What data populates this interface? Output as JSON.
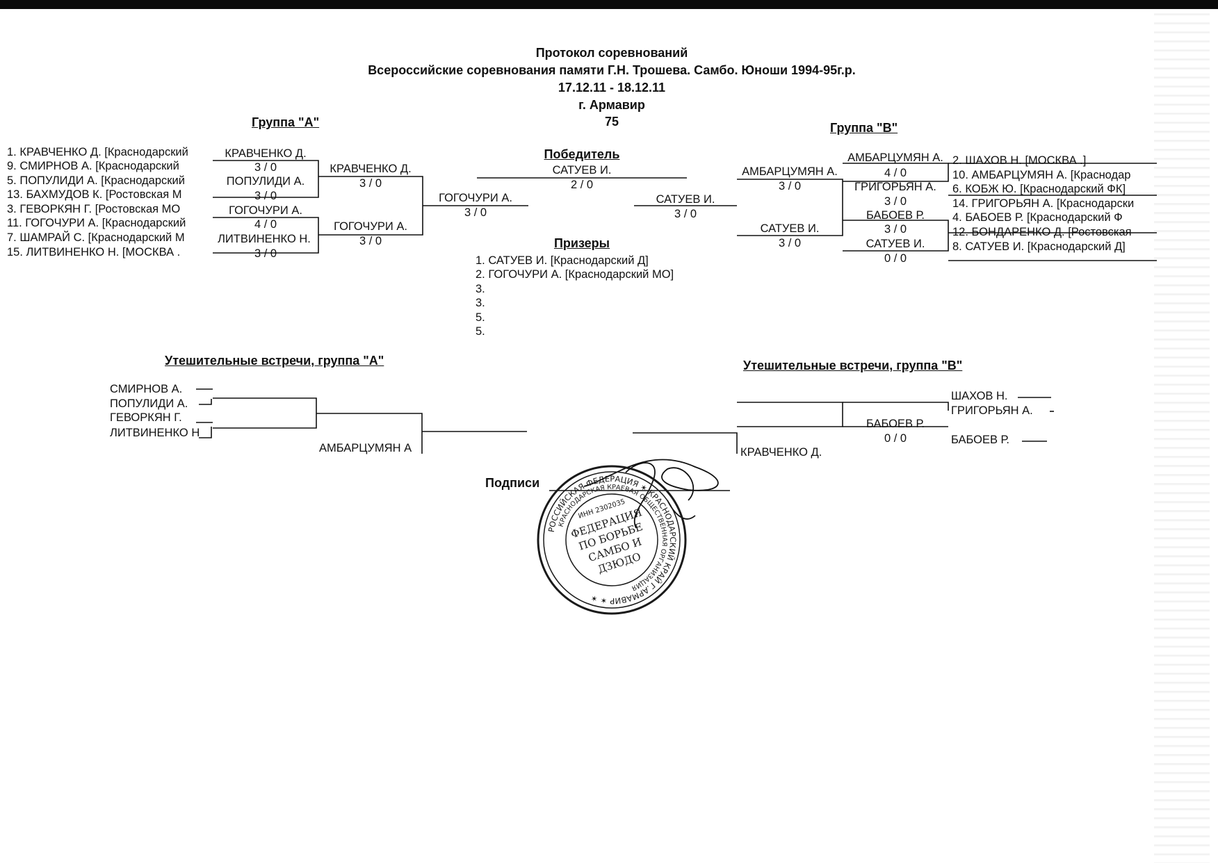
{
  "header": {
    "title": "Протокол соревнований",
    "event": "Всероссийские соревнования памяти Г.Н. Трошева. Самбо. Юноши 1994-95г.р.",
    "dates": "17.12.11 - 18.12.11",
    "city": "г. Армавир",
    "weight": "75"
  },
  "group_a": {
    "title": "Группа  \"А\"",
    "entrants": [
      "1. КРАВЧЕНКО Д.  [Краснодарский",
      "9. СМИРНОВ А.  [Краснодарский",
      "5. ПОПУЛИДИ А.  [Краснодарский",
      "13. БАХМУДОВ К.  [Ростовская  М",
      "3. ГЕВОРКЯН Г.  [Ростовская  МО",
      "11. ГОГОЧУРИ А.  [Краснодарский",
      "7. ШАМРАЙ С.  [Краснодарский  М",
      "15. ЛИТВИНЕНКО Н.  [МОСКВА  ."
    ],
    "round1": [
      {
        "name": "КРАВЧЕНКО Д.",
        "score": "3  /  0"
      },
      {
        "name": "ПОПУЛИДИ А.",
        "score": "3  /  0"
      },
      {
        "name": "ГОГОЧУРИ А.",
        "score": "4  /  0"
      },
      {
        "name": "ЛИТВИНЕНКО Н.",
        "score": "3  /  0"
      }
    ],
    "round2": [
      {
        "name": "КРАВЧЕНКО Д.",
        "score": "3  /  0"
      },
      {
        "name": "ГОГОЧУРИ А.",
        "score": "3  /  0"
      }
    ],
    "final": {
      "name": "ГОГОЧУРИ А.",
      "score": "3  /  0"
    }
  },
  "group_b": {
    "title": "Группа  \"В\"",
    "entrants": [
      "2. ШАХОВ Н.  [МОСКВА  .]",
      "10. АМБАРЦУМЯН А.  [Краснодар",
      "6. КОБЖ Ю.  [Краснодарский  ФК]",
      "14. ГРИГОРЬЯН А.  [Краснодарски",
      "4. БАБОЕВ Р.  [Краснодарский  Ф",
      "12. БОНДАРЕНКО Д.  [Ростовская",
      "8. САТУЕВ И.  [Краснодарский  Д]"
    ],
    "round1": [
      {
        "name": "АМБАРЦУМЯН А.",
        "score": "4  /  0"
      },
      {
        "name": "ГРИГОРЬЯН А.",
        "score": "3  /  0"
      },
      {
        "name": "БАБОЕВ Р.",
        "score": "3  /  0"
      },
      {
        "name": "САТУЕВ И.",
        "score": "0  /  0"
      }
    ],
    "round2": [
      {
        "name": "АМБАРЦУМЯН А.",
        "score": "3  /  0"
      },
      {
        "name": "САТУЕВ И.",
        "score": "3  /  0"
      }
    ],
    "final": {
      "name": "САТУЕВ И.",
      "score": "3  /  0"
    }
  },
  "winner": {
    "title": "Победитель",
    "name": "САТУЕВ И.",
    "score": "2  /  0"
  },
  "prizewinners": {
    "title": "Призеры",
    "items": [
      "1. САТУЕВ И.    [Краснодарский  Д]",
      "2. ГОГОЧУРИ А.    [Краснодарский  МО]",
      "3.",
      "3.",
      "5.",
      "5."
    ]
  },
  "consolation_a": {
    "title": "Утешительные встречи, группа \"А\"",
    "names": [
      "СМИРНОВ А.",
      "ПОПУЛИДИ А.",
      "ГЕВОРКЯН Г.",
      "ЛИТВИНЕНКО Н"
    ],
    "result": "АМБАРЦУМЯН А"
  },
  "consolation_b": {
    "title": "Утешительные встречи, группа \"В\"",
    "names": [
      "ШАХОВ Н.",
      "ГРИГОРЬЯН А.",
      "БАБОЕВ Р."
    ],
    "semi": {
      "name": "БАБОЕВ Р.",
      "score": "0  /  0"
    },
    "result": "КРАВЧЕНКО Д."
  },
  "signature_label": "Подписи",
  "stamp": {
    "outer_text": "РОССИЙСКАЯ ФЕДЕРАЦИЯ",
    "ring_text": "КРАСНОДАРСКАЯ КРАЕВАЯ ОБЩЕСТВЕННАЯ ОРГАНИЗАЦИЯ",
    "inn": "ИНН 2302035",
    "bottom_text": "КРАСНОДАРСКИЙ КРАЙ Г.АРМАВИР",
    "center": [
      "ФЕДЕРАЦИЯ",
      "ПО БОРЬБЕ",
      "САМБО И",
      "ДЗЮДО"
    ]
  },
  "colors": {
    "ink": "#111111",
    "stamp": "#1a1a1a"
  }
}
